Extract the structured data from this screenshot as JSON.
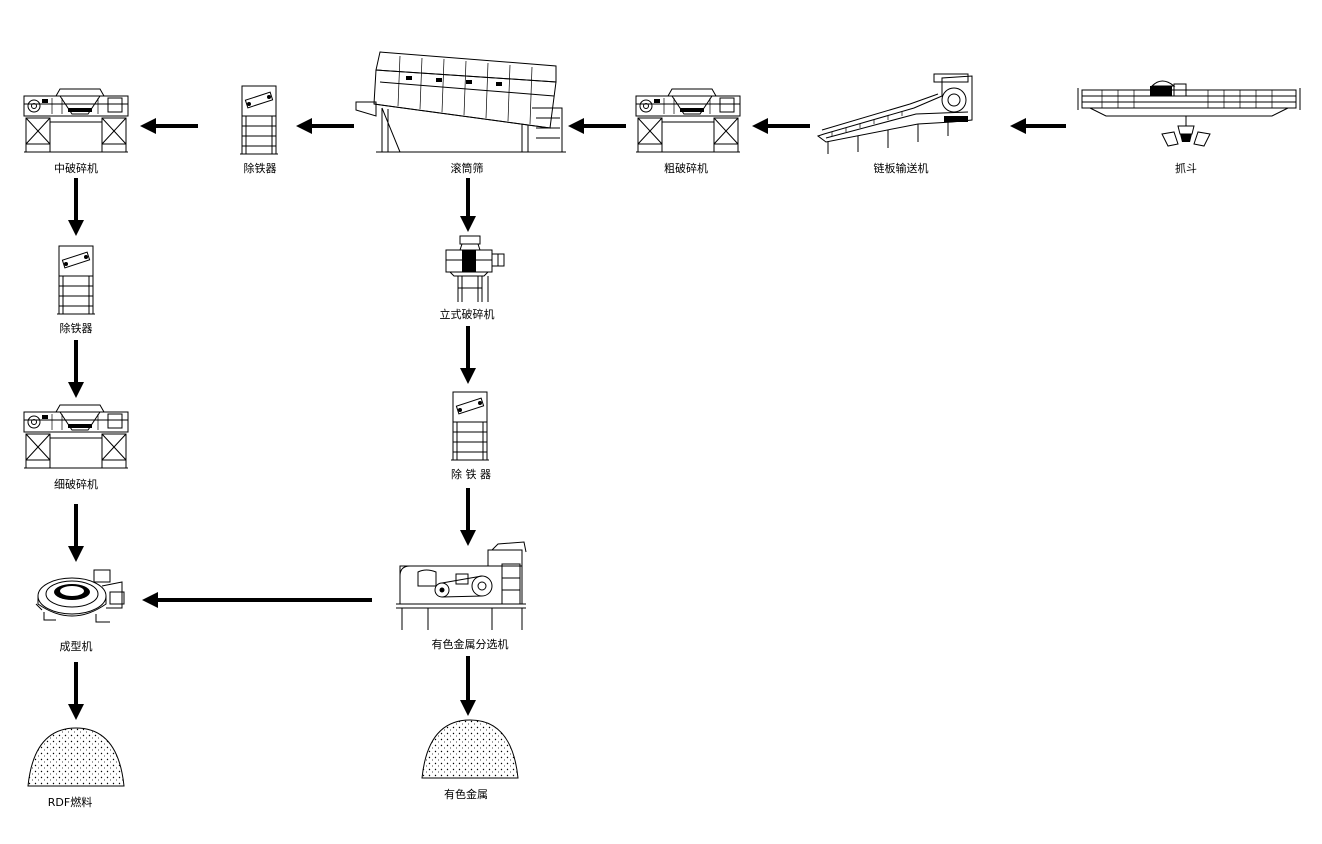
{
  "diagram": {
    "colors": {
      "line": "#000000",
      "background": "#ffffff"
    },
    "nodes": {
      "grab": {
        "label": "抓斗",
        "icon": "grab-crane-icon"
      },
      "chain_conveyor": {
        "label": "链板输送机",
        "icon": "chain-conveyor-icon"
      },
      "coarse_crusher": {
        "label": "粗破碎机",
        "icon": "shredder-icon"
      },
      "trommel": {
        "label": "滚筒筛",
        "icon": "trommel-screen-icon"
      },
      "iron_remover_top": {
        "label": "除铁器",
        "icon": "magnetic-separator-icon"
      },
      "medium_crusher": {
        "label": "中破碎机",
        "icon": "shredder-icon"
      },
      "iron_remover_left": {
        "label": "除铁器",
        "icon": "magnetic-separator-icon"
      },
      "fine_crusher": {
        "label": "细破碎机",
        "icon": "shredder-icon"
      },
      "forming_machine": {
        "label": "成型机",
        "icon": "pellet-mill-icon"
      },
      "rdf_fuel": {
        "label": "RDF燃料",
        "icon": "material-pile-icon"
      },
      "vertical_crusher": {
        "label": "立式破碎机",
        "icon": "vertical-crusher-icon"
      },
      "iron_remover_mid": {
        "label": "除 铁 器",
        "icon": "magnetic-separator-icon"
      },
      "eddy_separator": {
        "label": "有色金属分选机",
        "icon": "eddy-current-separator-icon"
      },
      "nonferrous_metal": {
        "label": "有色金属",
        "icon": "material-pile-icon"
      }
    },
    "flow": [
      [
        "grab",
        "chain_conveyor"
      ],
      [
        "chain_conveyor",
        "coarse_crusher"
      ],
      [
        "coarse_crusher",
        "trommel"
      ],
      [
        "trommel",
        "iron_remover_top"
      ],
      [
        "iron_remover_top",
        "medium_crusher"
      ],
      [
        "medium_crusher",
        "iron_remover_left"
      ],
      [
        "iron_remover_left",
        "fine_crusher"
      ],
      [
        "fine_crusher",
        "forming_machine"
      ],
      [
        "forming_machine",
        "rdf_fuel"
      ],
      [
        "trommel",
        "vertical_crusher"
      ],
      [
        "vertical_crusher",
        "iron_remover_mid"
      ],
      [
        "iron_remover_mid",
        "eddy_separator"
      ],
      [
        "eddy_separator",
        "forming_machine"
      ],
      [
        "eddy_separator",
        "nonferrous_metal"
      ]
    ]
  }
}
